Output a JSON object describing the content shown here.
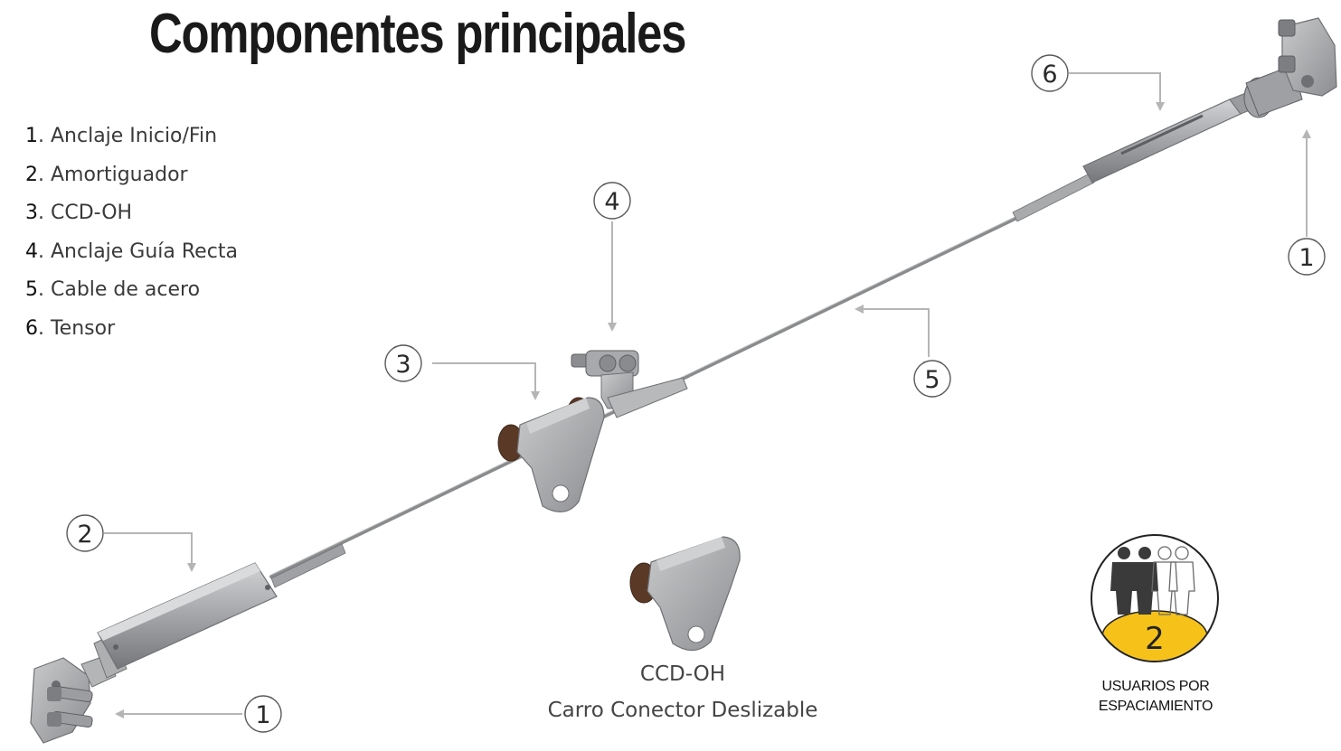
{
  "title": "Componentes principales",
  "legend": [
    {
      "num": "1",
      "label": ". Anclaje Inicio/Fin"
    },
    {
      "num": "2",
      "label": ". Amortiguador"
    },
    {
      "num": "3",
      "label": ". CCD-OH"
    },
    {
      "num": "4",
      "label": ". Anclaje Guía Recta"
    },
    {
      "num": "5",
      "label": ". Cable de acero"
    },
    {
      "num": "6",
      "label": ". Tensor"
    }
  ],
  "callouts": {
    "c1_top": "1",
    "c1_bottom": "1",
    "c2": "2",
    "c3": "3",
    "c4": "4",
    "c5": "5",
    "c6": "6"
  },
  "ccd_caption": {
    "line1": "CCD-OH",
    "line2": "Carro Conector Deslizable"
  },
  "users_badge": {
    "count": "2",
    "line1": "USUARIOS POR",
    "line2": "ESPACIAMIENTO"
  },
  "colors": {
    "metal": "#a9aaac",
    "metal_dark": "#6f7073",
    "cable": "#8a8b8d",
    "arrow": "#b5b5b5",
    "badge_yellow": "#f6c21a",
    "roller": "#5a3a26"
  }
}
